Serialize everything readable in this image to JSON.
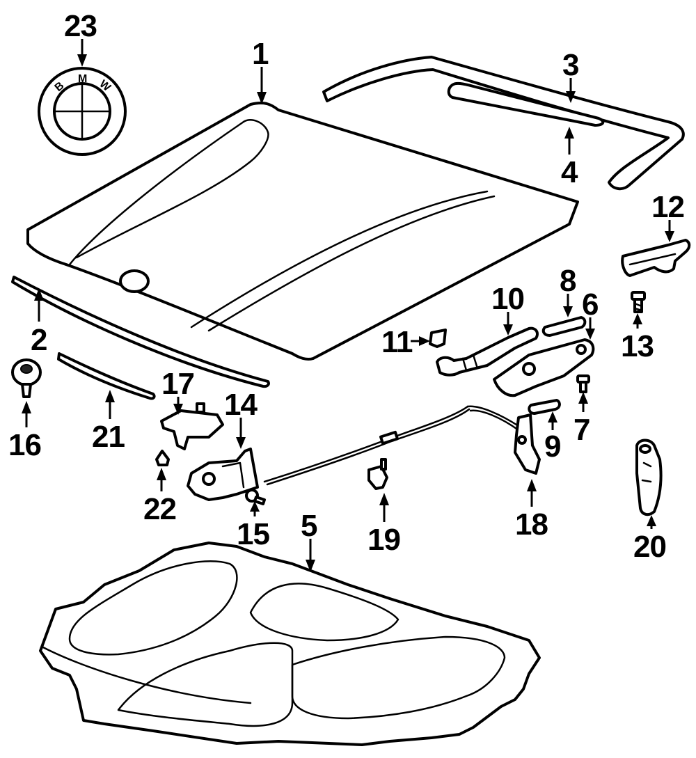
{
  "diagram": {
    "callouts": [
      {
        "id": "1",
        "label": "1"
      },
      {
        "id": "2",
        "label": "2"
      },
      {
        "id": "3",
        "label": "3"
      },
      {
        "id": "4",
        "label": "4"
      },
      {
        "id": "5",
        "label": "5"
      },
      {
        "id": "6",
        "label": "6"
      },
      {
        "id": "7",
        "label": "7"
      },
      {
        "id": "8",
        "label": "8"
      },
      {
        "id": "9",
        "label": "9"
      },
      {
        "id": "10",
        "label": "10"
      },
      {
        "id": "11",
        "label": "11"
      },
      {
        "id": "12",
        "label": "12"
      },
      {
        "id": "13",
        "label": "13"
      },
      {
        "id": "14",
        "label": "14"
      },
      {
        "id": "15",
        "label": "15"
      },
      {
        "id": "16",
        "label": "16"
      },
      {
        "id": "17",
        "label": "17"
      },
      {
        "id": "18",
        "label": "18"
      },
      {
        "id": "19",
        "label": "19"
      },
      {
        "id": "20",
        "label": "20"
      },
      {
        "id": "21",
        "label": "21"
      },
      {
        "id": "22",
        "label": "22"
      },
      {
        "id": "23",
        "label": "23"
      }
    ],
    "emblem": {
      "letters": [
        "B",
        "M",
        "W"
      ]
    },
    "colors": {
      "line": "#000000",
      "background": "#ffffff"
    }
  }
}
